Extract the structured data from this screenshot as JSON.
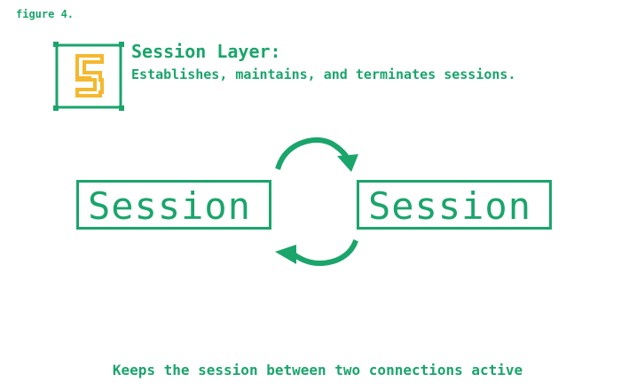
{
  "figure_label": "figure 4.",
  "layer": {
    "number": "5",
    "title": "Session Layer:",
    "description": "Establishes, maintains, and terminates sessions."
  },
  "sessions": {
    "left_label": "Session",
    "right_label": "Session"
  },
  "caption": "Keeps the session between two connections active",
  "colors": {
    "primary": "#1aa56b",
    "badge_accent": "#f5b82e"
  },
  "icons": [
    "layer-five-icon",
    "arrow-top-icon",
    "arrow-bottom-icon"
  ]
}
